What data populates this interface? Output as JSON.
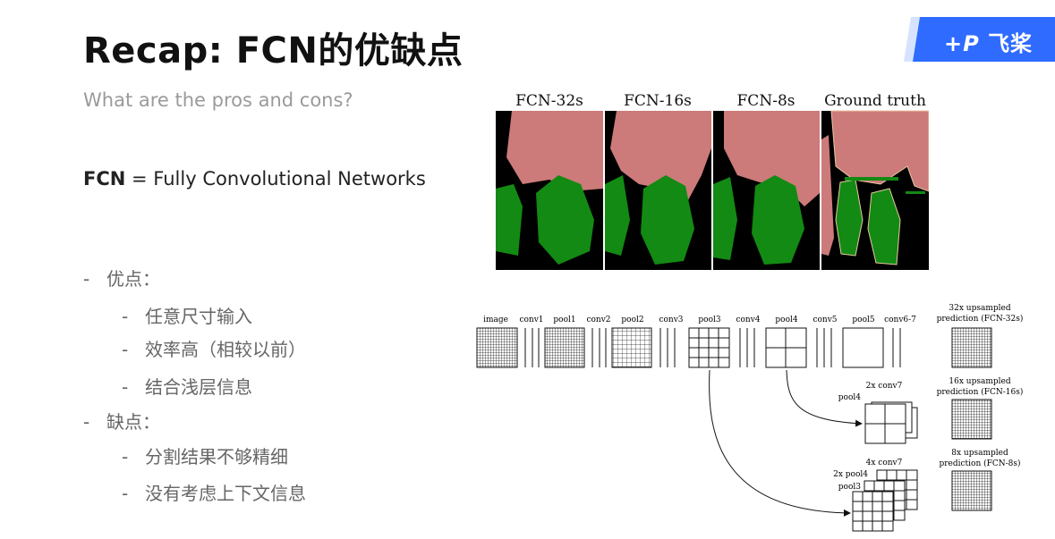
{
  "slide": {
    "title": "Recap: FCN的优缺点",
    "subtitle": "What are the pros and cons?",
    "logo": {
      "mark": "+P",
      "text": "飞桨",
      "color": "#2f6bff"
    },
    "definition": {
      "term": "FCN",
      "rest": "= Fully Convolutional Networks"
    },
    "bullets": [
      {
        "level": 1,
        "text": "优点："
      },
      {
        "level": 2,
        "text": "任意尺寸输入"
      },
      {
        "level": 2,
        "text": "效率高（相较以前）"
      },
      {
        "level": 2,
        "text": "结合浅层信息"
      },
      {
        "level": 1,
        "text": "缺点："
      },
      {
        "level": 2,
        "text": "分割结果不够精细"
      },
      {
        "level": 2,
        "text": "没有考虑上下文信息"
      }
    ]
  },
  "segmentation": {
    "labels": [
      "FCN-32s",
      "FCN-16s",
      "FCN-8s",
      "Ground truth"
    ],
    "colors": {
      "person": "#cc7a7a",
      "bike": "#138a13",
      "background": "#000000"
    }
  },
  "architecture": {
    "stages": [
      "image",
      "conv1",
      "pool1",
      "conv2",
      "pool2",
      "conv3",
      "pool3",
      "conv4",
      "pool4",
      "conv5",
      "pool5",
      "conv6-7"
    ],
    "outputs": [
      {
        "line1": "32x upsampled",
        "line2": "prediction (FCN-32s)"
      },
      {
        "line1": "16x upsampled",
        "line2": "prediction (FCN-16s)"
      },
      {
        "line1": "8x upsampled",
        "line2": "prediction (FCN-8s)"
      }
    ],
    "branch16": {
      "top": "2x conv7",
      "left": "pool4"
    },
    "branch8": {
      "top": "4x conv7",
      "left1": "2x pool4",
      "left2": "pool3"
    }
  }
}
